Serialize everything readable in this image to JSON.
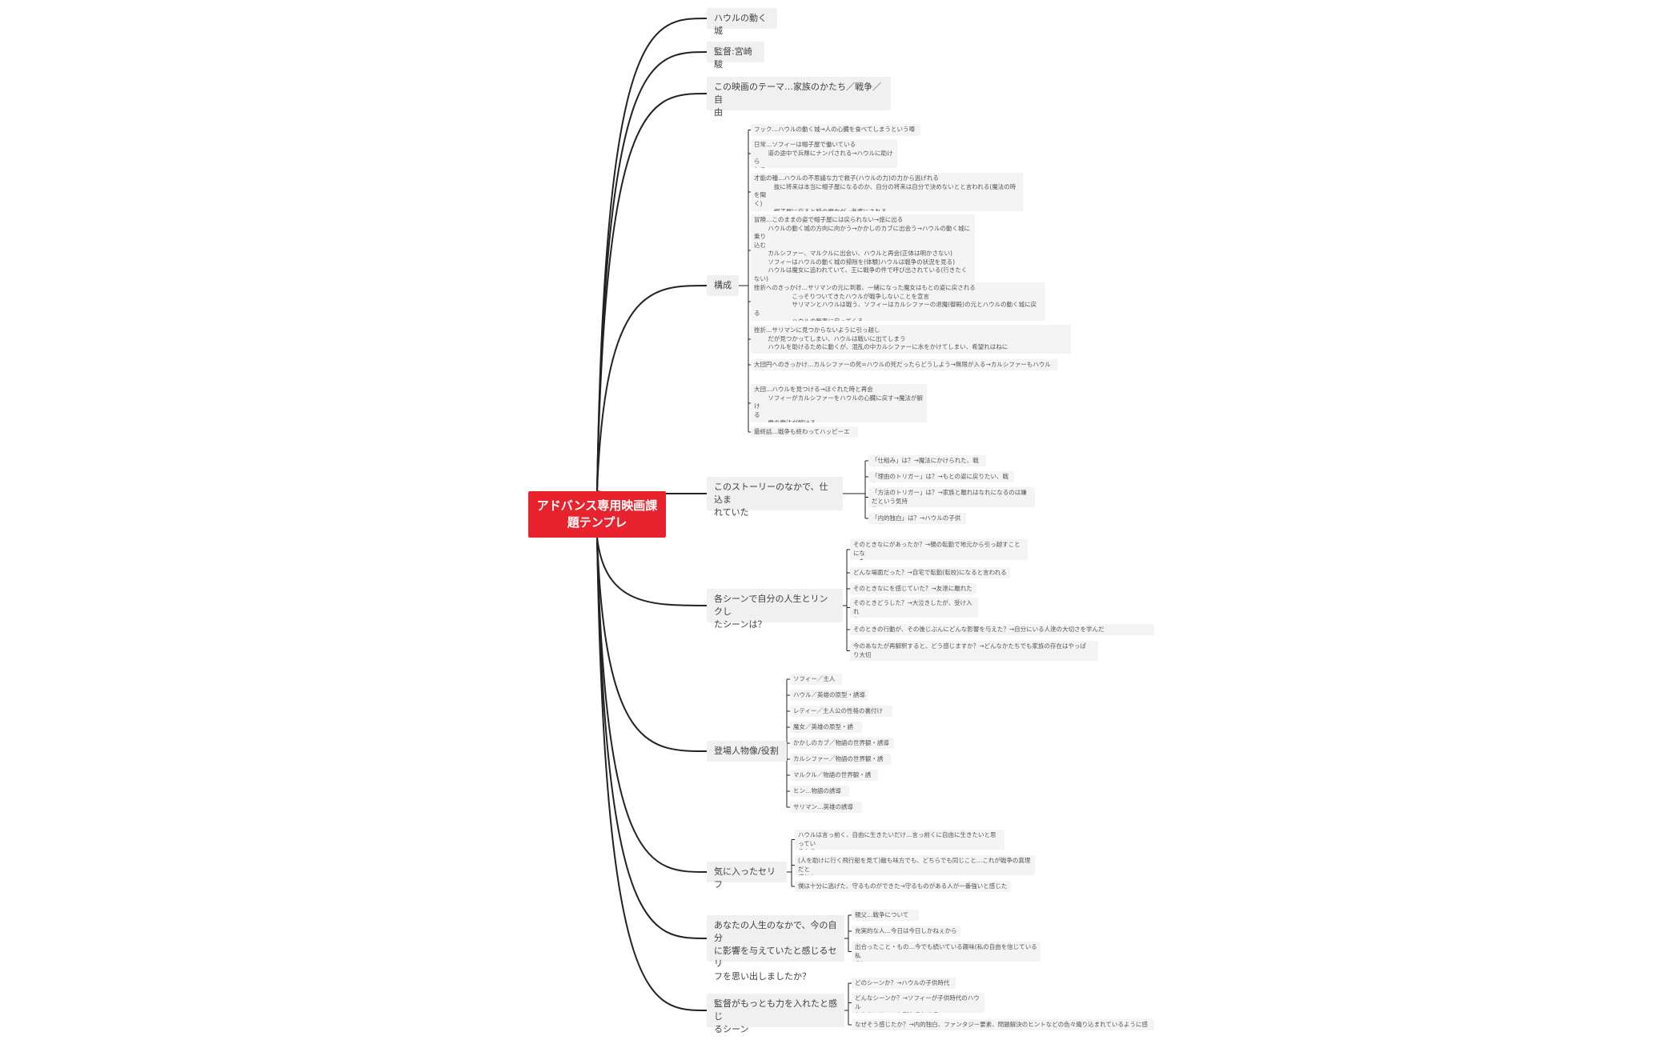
{
  "root": {
    "label": "アドバンス専用映画課\n題テンプレ",
    "color": "#e8232d"
  },
  "line_color": "#222222",
  "branches": [
    {
      "label": "ハウルの動く城",
      "leaves": []
    },
    {
      "label": "監督:宮崎駿",
      "leaves": []
    },
    {
      "label": "この映画のテーマ…家族のかたち／戦争／自\n由",
      "leaves": []
    },
    {
      "label": "構成",
      "leaves": [
        "フック…ハウルの動く城→人の心臓を食べてしまうという噂",
        "日常…ソフィーは帽子屋で働いている\n　　 道の途中で兵隊にナンパされる→ハウルに助けら\nれる",
        "才能の種…ハウルの不思議な力で救子(ハウルの力)の力から逃げれる\n　　　  抜に将来は本当に帽子屋になるのか、自分の将来は自分で決めないとと言われる(魔法の時を聞\nく)\n　　　  帽子屋に戻ると時の魔女が→老婆にされる",
        "冒険…このままの姿で帽子屋には戻られない→旅に出る\n　　 ハウルの動く城の方向に向かう→かかしのカブに出会う→ハウルの動く城に乗り\n込む\n　　 カルシファー、マルクルに出会い、ハウルと再会(正体は明かさない)\n　　 ソフィーはハウルの動く城の掃除を(体験)ハウルは戦争の状況を見る)\n　　 ハウルは魔女に追われていて、王に戦争の件で呼び出されている(行きたくない)\n　　 ソフィーが代わりに行くことに",
        "挫折へのきっかけ…サリマンの元に到着、一緒になった魔女はもとの姿に戻される\n　　　　　　 こっそりついてきたハウルが戦争しないことを宣言\n　　　　　　 サリマンとハウルは戦う、ソフィーはカルシファーの退魔(御殿)の元とハウルの動く城に戻る\n　　　　　　 ハウルの無事に戻ってくる",
        "挫折…サリマンに見つからないように引っ越し\n　　 だが見つかってしまい、ハウルは戦いに出てしまう\n　　 ハウルを助けるために動くが、混乱の中カルシファーに水をかけてしまい、希望れはねに",
        "大団円へのきっかけ…カルシファーの死=ハウルの死だったらどうしよう→無限が入る→カルシファーもハウルも生きてい\nる",
        "大団…ハウルを見つける→ほぐれた時と再会\n　　 ソフィーがカルシファーをハウルの心臓に戻す→魔法が解け\nる\n　　 魔の魔法が解ける",
        "最終話…戦争も終わってハッピーエンド"
      ]
    },
    {
      "label": "このストーリーのなかで、仕込ま\nれていた",
      "leaves": [
        "「仕組み」は？→魔法にかけられた、戦争が始まった",
        "「理由のトリガー」は？→もとの姿に戻りたい、戦争したくない",
        "「方法のトリガー」は？→家族と離れはなれになるのは嫌だという気持\nち",
        "「内的独白」は？→ハウルの子供時代"
      ]
    },
    {
      "label": "各シーンで自分の人生とリンクし\nたシーンは？",
      "leaves": [
        "そのときなにがあったか？→親の転勤で地元から引っ越すことにな\nった",
        "どんな場面だった？→自宅で転勤(転校)になると言われる",
        "そのときなにを感じていた？→友達に離れたった",
        "そのときどうした？→大泣きしたが、受け入れ\nた",
        "そのときの行動が、その後じぶんにどんな影響を与えた？→自分にいる人達の大切さを学んだ",
        "今のあなたが再解釈すると、どう感じますか？→どんなかたちでも家族の存在はやっぱ\nり大切"
      ]
    },
    {
      "label": "登場人物像/役割",
      "leaves": [
        "ソフィー／主人公",
        "ハウル／英雄の原型・誘導",
        "レティー／主人公の性格の裏付け",
        "魔女／英雄の原型・誘導",
        "かかしのカブ／物語の世界観・誘導",
        "カルシファー／物語の世界観・誘導",
        "マルクル／物語の世界観・誘導",
        "ヒン…物語の誘導",
        "サリマン…英雄の誘導"
      ]
    },
    {
      "label": "気に入ったセリフ",
      "leaves": [
        "ハウルは言っ前く、自由に生きたいだけ…言っ前くに自由に生きたいと思ってい\nるから",
        "(人を助けに行く飛行船を見て)敵も味方でも、どちらでも同じこと…これが戦争の真理だと\n感じた",
        "僕は十分に逃げた、守るものができた→守るものがある人が一番強いと感じた"
      ]
    },
    {
      "label": "あなたの人生のなかで、今の自分\nに影響を与えていたと感じるセリ\nフを思い出しましたか？",
      "leaves": [
        "親父…戦争について",
        "充実的な人…今日は今日しかねぇからな",
        "出合ったこと・もの…今でも続いている趣味(私の自由を信じている私\nの)"
      ]
    },
    {
      "label": "監督がもっとも力を入れたと感じ\nるシーン",
      "leaves": [
        "どのシーンか？→ハウルの子供時代",
        "どんなシーンか？→ソフィーが子供時代のハウル\nとカルシファーと別れるところ",
        "なぜそう感じたか？→内的独白、ファンタジー要素、問題解決のヒントなどの色々織り込まれているように感じたため"
      ]
    }
  ]
}
